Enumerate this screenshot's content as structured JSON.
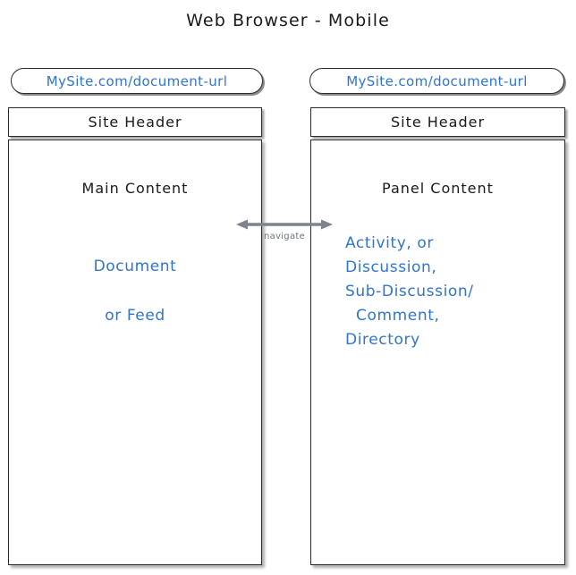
{
  "diagram": {
    "title": "Web Browser - Mobile",
    "colors": {
      "accent_blue": "#2f74d0",
      "ink": "#1a1a1a",
      "arrow_gray": "#7b848f",
      "label_gray": "#6b7480",
      "background": "#ffffff"
    }
  },
  "left_window": {
    "url": "MySite.com/document-url",
    "header": "Site Header",
    "content_heading": "Main Content",
    "content_lines": [
      "Document",
      "or Feed"
    ]
  },
  "right_window": {
    "url": "MySite.com/document-url",
    "header": "Site Header",
    "content_heading": "Panel Content",
    "content_lines": [
      "Activity, or",
      "Discussion,",
      "Sub-Discussion/",
      "  Comment,",
      "Directory"
    ]
  },
  "connector": {
    "label": "navigate",
    "direction": "bidirectional"
  }
}
